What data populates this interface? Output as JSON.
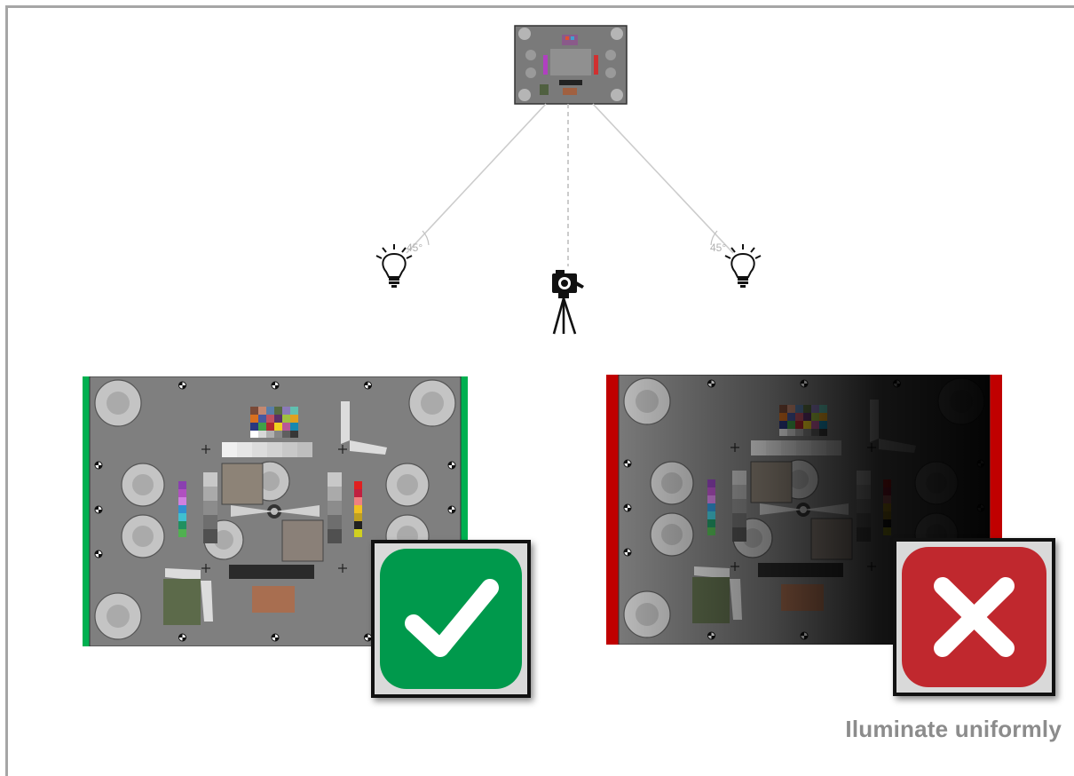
{
  "caption": "Iluminate uniformly",
  "angles": {
    "left": "45°",
    "right": "45°"
  },
  "icons": {
    "left_light": "lightbulb-icon",
    "right_light": "lightbulb-icon",
    "camera": "camera-on-tripod-icon",
    "good": "checkmark-icon",
    "bad": "cross-icon"
  },
  "colors": {
    "good": "#00994c",
    "bad": "#c0282e",
    "good_border": "#00b050",
    "bad_border": "#c00000",
    "chart_gray": "#7f7f7f",
    "ray_line": "#c8c8c8"
  },
  "examples": [
    {
      "id": "uniform",
      "verdict": "correct"
    },
    {
      "id": "non-uniform",
      "verdict": "incorrect"
    }
  ]
}
